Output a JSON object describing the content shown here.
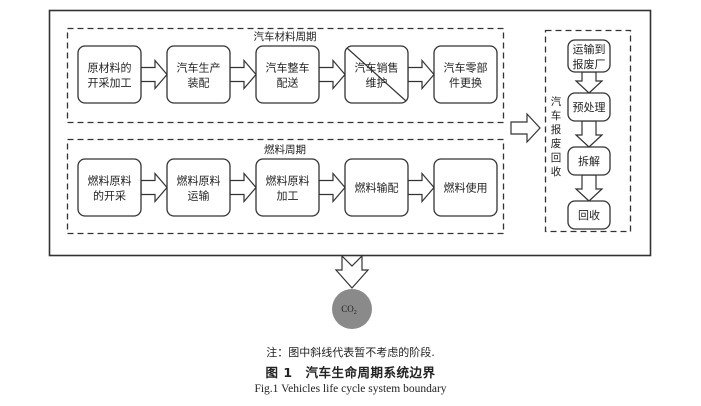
{
  "diagram": {
    "vehicle_material_cycle": {
      "title": "汽车材料周期",
      "steps": [
        {
          "line1": "原材料的",
          "line2": "开采加工",
          "excluded": false
        },
        {
          "line1": "汽车生产",
          "line2": "装配",
          "excluded": false
        },
        {
          "line1": "汽车整车",
          "line2": "配送",
          "excluded": false
        },
        {
          "line1": "汽车销售",
          "line2": "维护",
          "excluded": true
        },
        {
          "line1": "汽车零部",
          "line2": "件更换",
          "excluded": false
        }
      ]
    },
    "fuel_cycle": {
      "title": "燃料周期",
      "steps": [
        {
          "line1": "燃料原料",
          "line2": "的开采"
        },
        {
          "line1": "燃料原料",
          "line2": "运输"
        },
        {
          "line1": "燃料原料",
          "line2": "加工"
        },
        {
          "line1": "燃料输配",
          "line2": ""
        },
        {
          "line1": "燃料使用",
          "line2": ""
        }
      ]
    },
    "scrap_recycling": {
      "title_chars": [
        "汽",
        "车",
        "报",
        "废",
        "回",
        "收"
      ],
      "steps": [
        {
          "line1": "运输到",
          "line2": "报废厂"
        },
        {
          "line1": "预处理",
          "line2": ""
        },
        {
          "line1": "拆解",
          "line2": ""
        },
        {
          "line1": "回收",
          "line2": ""
        }
      ]
    },
    "emission": {
      "label": "CO",
      "subscript": "2",
      "fill": "#8a8a8a"
    }
  },
  "caption": {
    "note": "注：图中斜线代表暂不考虑的阶段.",
    "figure_cn": "图 1　汽车生命周期系统边界",
    "figure_en": "Fig.1 Vehicles life cycle system boundary"
  }
}
